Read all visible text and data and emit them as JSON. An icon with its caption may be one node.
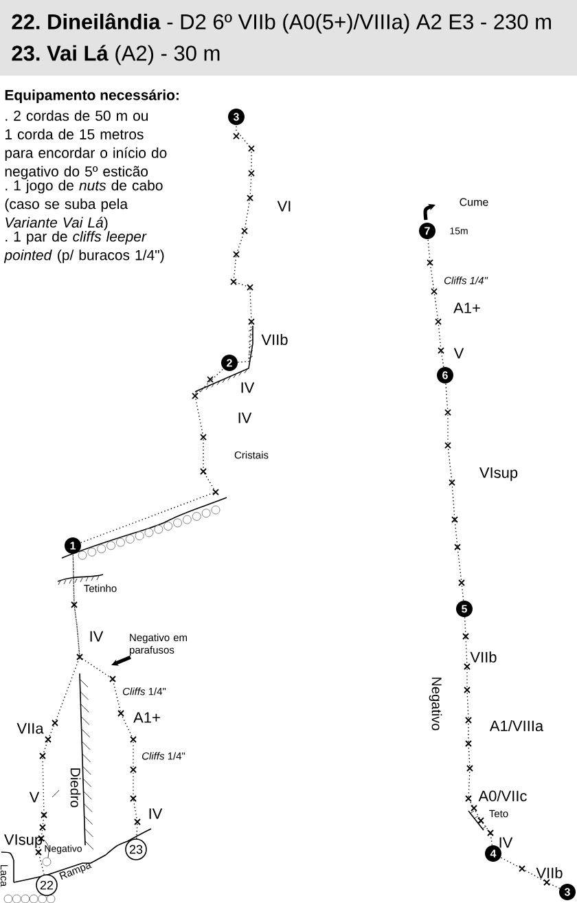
{
  "diagram": {
    "title": "**22. Dineilândia** - D2 6º VIIb (A0(5+)/VIIIa) A2 E3 - 230 m",
    "nodes": [
      {
        "text": [
          "1"
        ]
      },
      {
        "text": [
          "2"
        ]
      },
      {
        "text": [
          "3"
        ]
      },
      {
        "text": [
          "22"
        ]
      },
      {
        "text": [
          "23"
        ]
      },
      {
        "text": [
          "3"
        ]
      },
      {
        "text": [
          "4"
        ]
      },
      {
        "text": [
          "5"
        ]
      },
      {
        "text": [
          "6"
        ]
      },
      {
        "text": [
          "7"
        ],
        "beside": [
          "15m"
        ]
      },
      {
        "text": [
          "Cume"
        ]
      },
      {
        "text": [
          "Negativo em parafusos"
        ]
      }
    ],
    "edges": [
      {
        "from": 3,
        "to": 0,
        "arrow": "none",
        "style": "dashed"
      },
      {
        "from": 4,
        "to": 0,
        "arrow": "none",
        "style": "dashed"
      },
      {
        "from": 0,
        "to": 1,
        "arrow": "none",
        "style": "dashed"
      },
      {
        "from": 1,
        "to": 2,
        "arrow": "none",
        "style": "dashed"
      },
      {
        "from": 5,
        "to": 6,
        "arrow": "none",
        "style": "dashed"
      },
      {
        "from": 6,
        "to": 7,
        "arrow": "none",
        "style": "dashed"
      },
      {
        "from": 7,
        "to": 8,
        "arrow": "none",
        "style": "dashed"
      },
      {
        "from": 8,
        "to": 9,
        "arrow": "none",
        "style": "dashed"
      },
      {
        "from": 9,
        "to": 10,
        "arrow": "to",
        "style": "thick"
      },
      {
        "from": 11,
        "to": null,
        "arrow": "to",
        "style": "thick"
      }
    ],
    "labels": [
      "**23. Vai Lá** (A2) - 30 m",
      "Equipamento necessário:",
      ". 2 cordas de 50 m ou 1 corda de 15 metros para encordar o início do negativo do 5º esticão",
      ". 1 jogo de *nuts* de cabo (caso se suba pela *Variante Vai Lá*)",
      ". 1 par de *cliffs leeper pointed* (p/ buracos 1/4\")",
      "VI",
      "VIIb",
      "IV",
      "IV",
      "Cristais",
      "Tetinho",
      "IV",
      "*Cliffs* 1/4\"",
      "A1+",
      "VIIa",
      "Diedro",
      "*Cliffs* 1/4\"",
      "V",
      "IV",
      "VIsup",
      "Negativo",
      "Rampa",
      "Laca",
      "Cliffs 1/4\"",
      "A1+",
      "V",
      "VIsup",
      "VIIb",
      "Negativo",
      "A1/VIIIa",
      "A0/VIIc",
      "Teto",
      "IV",
      "VIIb"
    ]
  }
}
